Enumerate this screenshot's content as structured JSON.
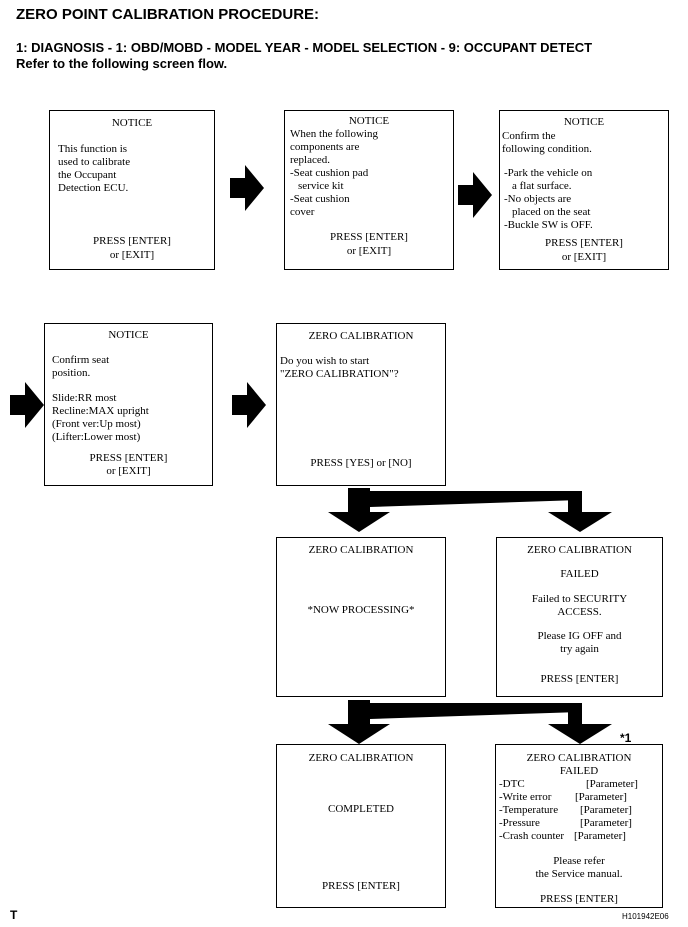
{
  "header": {
    "title": "ZERO POINT CALIBRATION PROCEDURE:",
    "path": "1: DIAGNOSIS - 1: OBD/MOBD - MODEL YEAR - MODEL SELECTION - 9: OCCUPANT DETECT",
    "instruction": "Refer to the following screen flow."
  },
  "screens": {
    "s1": {
      "title": "NOTICE",
      "l1": "This function is",
      "l2": "used to calibrate",
      "l3": "the Occupant",
      "l4": "Detection ECU.",
      "p1": "PRESS [ENTER]",
      "p2": "or [EXIT]"
    },
    "s2": {
      "title": "NOTICE",
      "l1": "When the following",
      "l2": "components are",
      "l3": "replaced.",
      "l4": "-Seat cushion pad",
      "l5": "service kit",
      "l6": "-Seat cushion",
      "l7": "cover",
      "p1": "PRESS [ENTER]",
      "p2": "or [EXIT]"
    },
    "s3": {
      "title": "NOTICE",
      "l1": "Confirm the",
      "l2": "following condition.",
      "l3": "-Park the vehicle on",
      "l4": "a flat surface.",
      "l5": "-No objects are",
      "l6": "placed on the seat",
      "l7": "-Buckle SW is OFF.",
      "p1": "PRESS [ENTER]",
      "p2": "or [EXIT]"
    },
    "s4": {
      "title": "NOTICE",
      "l1": "Confirm seat",
      "l2": "position.",
      "l3": "Slide:RR most",
      "l4": "Recline:MAX upright",
      "l5": "(Front ver:Up most)",
      "l6": "(Lifter:Lower most)",
      "p1": "PRESS [ENTER]",
      "p2": "or [EXIT]"
    },
    "s5": {
      "title": "ZERO CALIBRATION",
      "l1": "Do you wish to start",
      "l2": "\"ZERO CALIBRATION\"?",
      "p1": "PRESS [YES] or [NO]"
    },
    "s6": {
      "title": "ZERO CALIBRATION",
      "l1": "*NOW PROCESSING*"
    },
    "s7": {
      "title": "ZERO CALIBRATION",
      "l1": "FAILED",
      "l2": "Failed to SECURITY",
      "l3": "ACCESS.",
      "l4": "Please IG OFF and",
      "l5": "try again",
      "p1": "PRESS [ENTER]"
    },
    "s8": {
      "title": "ZERO CALIBRATION",
      "l1": "COMPLETED",
      "p1": "PRESS [ENTER]"
    },
    "s9": {
      "title": "ZERO CALIBRATION",
      "status": "FAILED",
      "rows": [
        {
          "label": "-DTC",
          "value": "[Parameter]"
        },
        {
          "label": "-Write error",
          "value": "[Parameter]"
        },
        {
          "label": "-Temperature",
          "value": "[Parameter]"
        },
        {
          "label": "-Pressure",
          "value": "[Parameter]"
        },
        {
          "label": "-Crash counter",
          "value": "[Parameter]"
        }
      ],
      "n1": "Please refer",
      "n2": "the Service manual.",
      "p1": "PRESS [ENTER]"
    }
  },
  "note_marker": "*1",
  "footer": {
    "left": "T",
    "right": "H101942E06"
  }
}
